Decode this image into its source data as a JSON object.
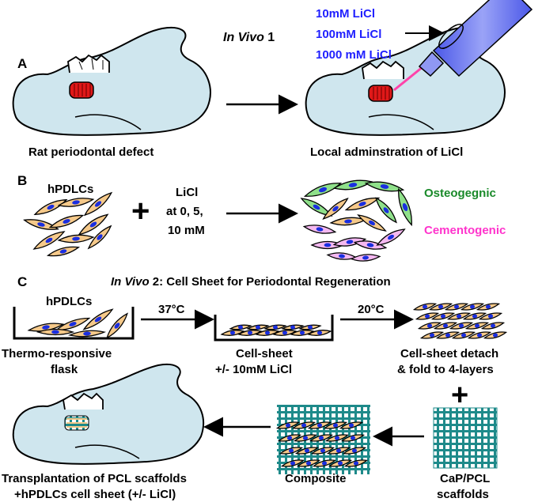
{
  "panel_a": {
    "letter": "A",
    "title_italic": "In Vivo",
    "title_num": " 1",
    "left_caption": "Rat periodontal defect",
    "right_caption": "Local adminstration of LiCl",
    "doses": [
      "10mM LiCl",
      "100mM LiCl",
      "1000 mM LiCl"
    ]
  },
  "panel_b": {
    "letter": "B",
    "cells_label": "hPDLCs",
    "plus": "+",
    "licl_lines": [
      "LiCl",
      "at 0, 5,",
      "10 mM"
    ],
    "osteo": "Osteogegnic",
    "cemento": "Cementogenic"
  },
  "panel_c": {
    "letter": "C",
    "title_italic": "In Vivo",
    "title_rest": " 2: Cell Sheet for Periodontal Regeneration",
    "cells_label": "hPDLCs",
    "temp1": "37°C",
    "temp2": "20°C",
    "flask_lines": [
      "Thermo-responsive",
      "flask"
    ],
    "sheet_lines": [
      "Cell-sheet",
      "+/- 10mM LiCl"
    ],
    "detach_lines": [
      "Cell-sheet detach",
      "& fold to 4-layers"
    ],
    "plus": "+",
    "scaffold_lines": [
      "CaP/PCL",
      "scaffolds"
    ],
    "composite": "Composite",
    "transplant_lines": [
      "Transplantation of PCL scaffolds",
      "+hPDLCs cell sheet (+/- LiCl)"
    ]
  },
  "colors": {
    "jaw": "#cfe6ee",
    "cell": "#f5c98a",
    "nucleus": "#1a2ee0",
    "green_cell": "#8fe08a",
    "pink_cell": "#f4b8f0",
    "defect": "#e01818",
    "scaffold": "#1e8a8a",
    "syringe": "#6f7cf0"
  }
}
